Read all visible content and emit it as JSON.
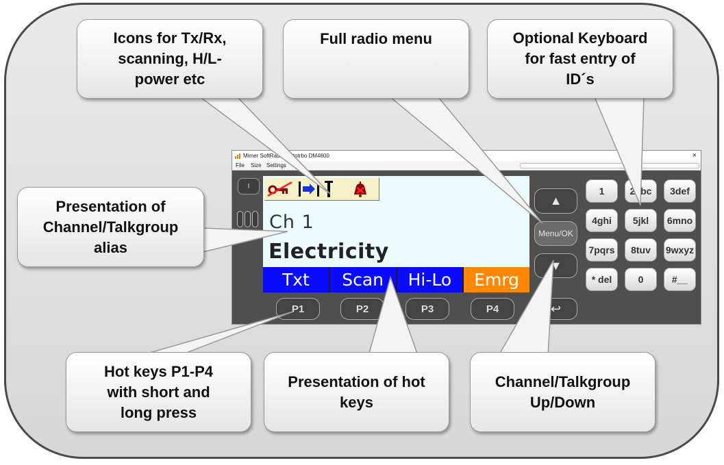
{
  "window": {
    "title": "Mimer SoftRadio Mototrbo DM4600",
    "close_glyph": "×",
    "menu": [
      "File",
      "Size",
      "Settings"
    ]
  },
  "radio": {
    "top_button_label": "I",
    "channel": "Ch 1",
    "alias": "Electricity",
    "hot_keys": [
      {
        "label": "Txt",
        "color": "#0a0aff"
      },
      {
        "label": "Scan",
        "color": "#0a0aff"
      },
      {
        "label": "Hi-Lo",
        "color": "#0a0aff"
      },
      {
        "label": "Emrg",
        "color": "#ff8800"
      }
    ],
    "p_buttons": [
      "P1",
      "P2",
      "P3",
      "P4"
    ],
    "up_glyph": "▲",
    "menu_ok_label": "Menu/OK",
    "down_glyph": "▼",
    "back_glyph": "↩",
    "keypad": [
      "1",
      "2abc",
      "3def",
      "4ghi",
      "5jkl",
      "6mno",
      "7pqrs",
      "8tuv",
      "9wxyz",
      "* del",
      "0",
      "#__"
    ]
  },
  "status_icons": [
    "key-crossed-icon",
    "tx-rx-arrow-icon",
    "antenna-icon",
    "bell-crossed-icon"
  ],
  "callouts": {
    "icons": [
      "Icons for Tx/Rx,",
      "scanning, H/L-",
      "power etc"
    ],
    "menu": [
      "Full radio menu"
    ],
    "keyboard": [
      "Optional Keyboard",
      "for fast entry of",
      "ID´s"
    ],
    "alias": [
      "Presentation of",
      "Channel/Talkgroup",
      "alias"
    ],
    "hotkeys_p": [
      "Hot keys P1-P4",
      "with short and",
      "long press"
    ],
    "hotkeys_presentation": [
      "Presentation of hot",
      "keys"
    ],
    "updown": [
      "Channel/Talkgroup",
      "Up/Down"
    ]
  }
}
